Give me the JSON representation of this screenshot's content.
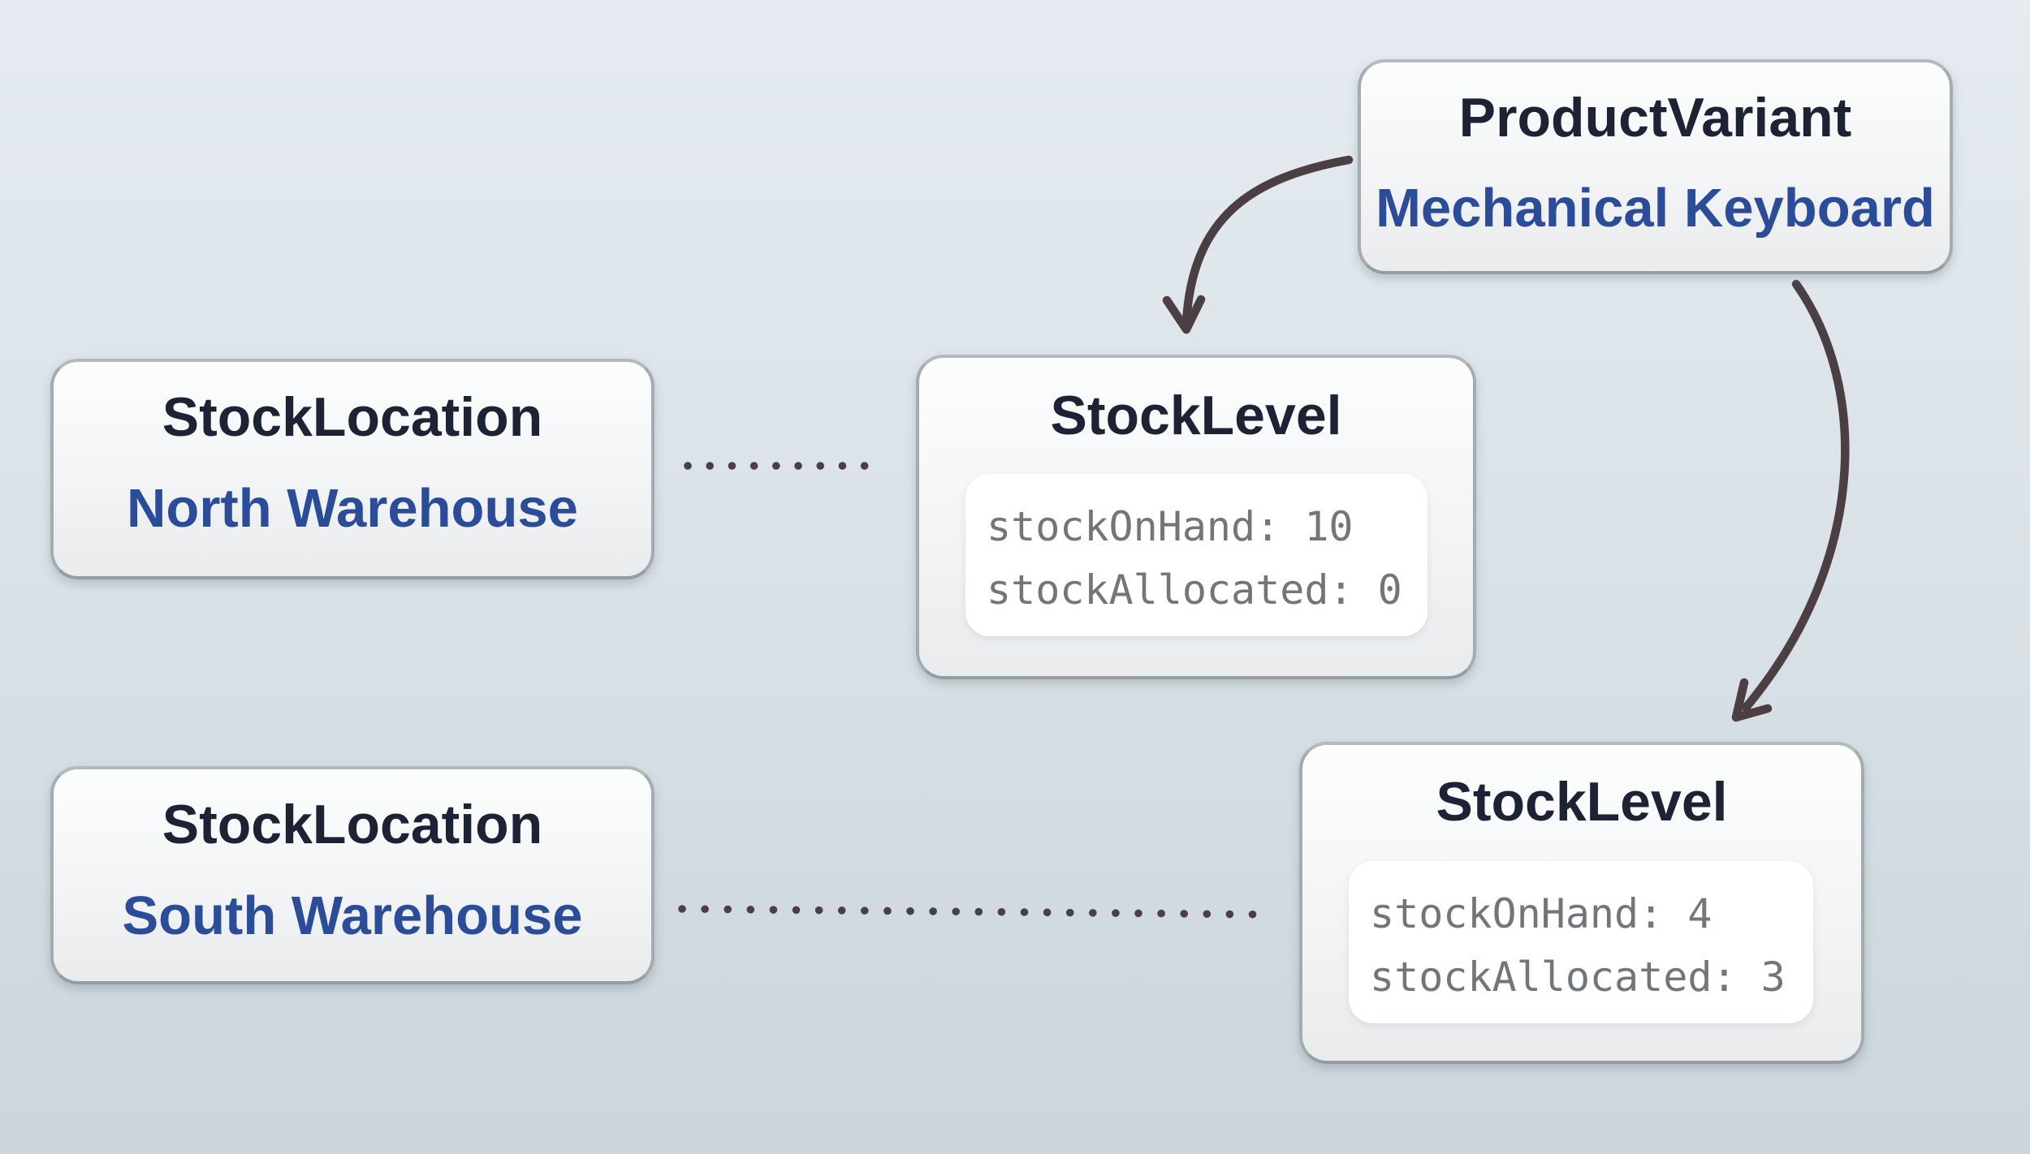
{
  "diagram": {
    "nodes": {
      "product_variant": {
        "entity": "ProductVariant",
        "label": "Mechanical Keyboard"
      },
      "stock_location_north": {
        "entity": "StockLocation",
        "label": "North Warehouse"
      },
      "stock_location_south": {
        "entity": "StockLocation",
        "label": "South Warehouse"
      },
      "stock_level_north": {
        "entity": "StockLevel",
        "fields": [
          "stockOnHand: 10",
          "stockAllocated: 0"
        ]
      },
      "stock_level_south": {
        "entity": "StockLevel",
        "fields": [
          "stockOnHand: 4",
          "stockAllocated: 3"
        ]
      }
    },
    "relations": {
      "product_variant_to_stock_level_north": "arrow",
      "product_variant_to_stock_level_south": "arrow",
      "stock_location_north_to_stock_level_north": "dotted",
      "stock_location_south_to_stock_level_south": "dotted"
    }
  },
  "colors": {
    "background_top": "#e5ebf0",
    "background_bottom": "#ccd6dc",
    "box_fill_top": "#fcfdfd",
    "box_fill_bottom": "#e9ebed",
    "box_border": "#a4acb2",
    "entity_title_text": "#1d2335",
    "entity_label_text": "#2a4c99",
    "field_text": "#72767a",
    "field_card_fill": "#ffffff",
    "connector": "#4b3f43"
  }
}
